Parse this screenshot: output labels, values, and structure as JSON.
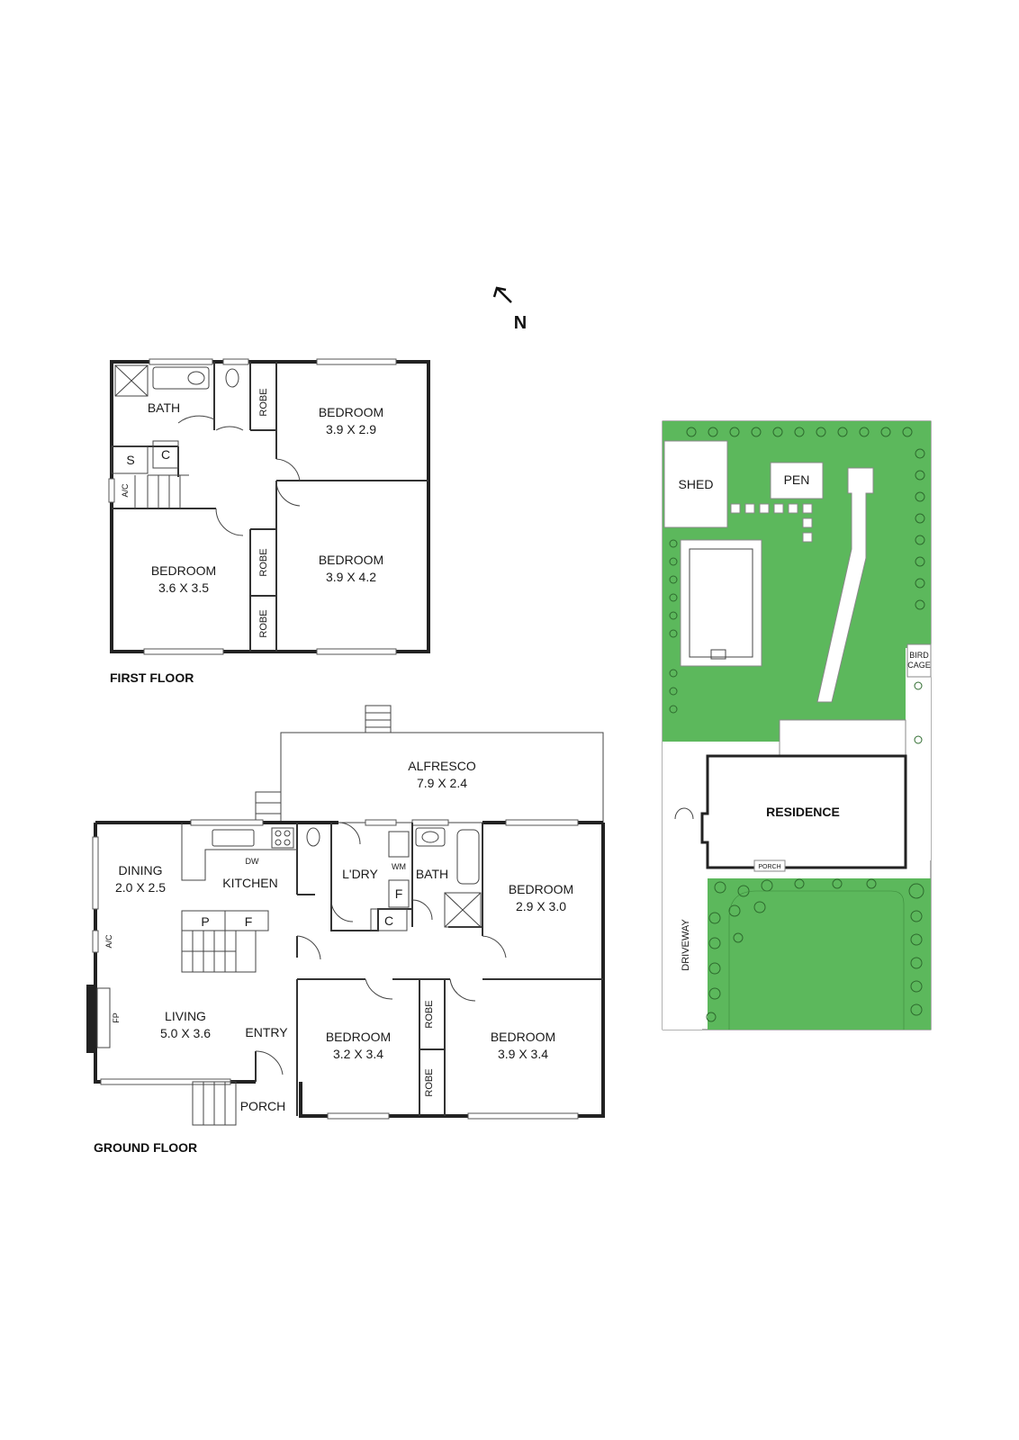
{
  "compass": {
    "label": "N"
  },
  "first_floor": {
    "title": "FIRST FLOOR",
    "rooms": {
      "bath": "BATH",
      "s": "S",
      "c": "C",
      "ac": "A/C",
      "robe_top": "ROBE",
      "robe_mid": "ROBE",
      "robe_bottom": "ROBE",
      "bedroom_ne_name": "BEDROOM",
      "bedroom_ne_dim": "3.9 X 2.9",
      "bedroom_se_name": "BEDROOM",
      "bedroom_se_dim": "3.9 X 4.2",
      "bedroom_w_name": "BEDROOM",
      "bedroom_w_dim": "3.6 X 3.5"
    }
  },
  "ground_floor": {
    "title": "GROUND FLOOR",
    "rooms": {
      "alfresco_name": "ALFRESCO",
      "alfresco_dim": "7.9 X 2.4",
      "dining_name": "DINING",
      "dining_dim": "2.0 X 2.5",
      "kitchen": "KITCHEN",
      "dw": "DW",
      "ldry": "L'DRY",
      "wm": "WM",
      "f_small": "F",
      "c_small": "C",
      "bath": "BATH",
      "p": "P",
      "f": "F",
      "ac": "A/C",
      "fp": "FP",
      "living_name": "LIVING",
      "living_dim": "5.0 X 3.6",
      "entry": "ENTRY",
      "porch": "PORCH",
      "bedroom_e_name": "BEDROOM",
      "bedroom_e_dim": "2.9 X 3.0",
      "bedroom_s1_name": "BEDROOM",
      "bedroom_s1_dim": "3.2 X 3.4",
      "bedroom_s2_name": "BEDROOM",
      "bedroom_s2_dim": "3.9 X 3.4",
      "robe_top": "ROBE",
      "robe_bottom": "ROBE"
    }
  },
  "site_plan": {
    "shed": "SHED",
    "pen": "PEN",
    "bird_cage_1": "BIRD",
    "bird_cage_2": "CAGE",
    "residence": "RESIDENCE",
    "porch": "PORCH",
    "driveway": "DRIVEWAY",
    "grass_color": "#5cb85c"
  }
}
